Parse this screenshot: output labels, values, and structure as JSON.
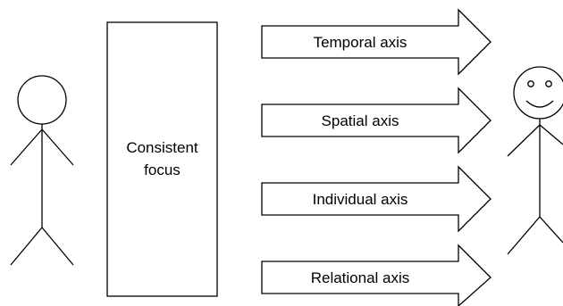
{
  "focus_box": {
    "line1": "Consistent",
    "line2": "focus"
  },
  "arrows": [
    {
      "label": "Temporal axis"
    },
    {
      "label": "Spatial axis"
    },
    {
      "label": "Individual axis"
    },
    {
      "label": "Relational axis"
    }
  ],
  "figures": {
    "left": "stick-figure",
    "right": "smiling-stick-figure"
  }
}
